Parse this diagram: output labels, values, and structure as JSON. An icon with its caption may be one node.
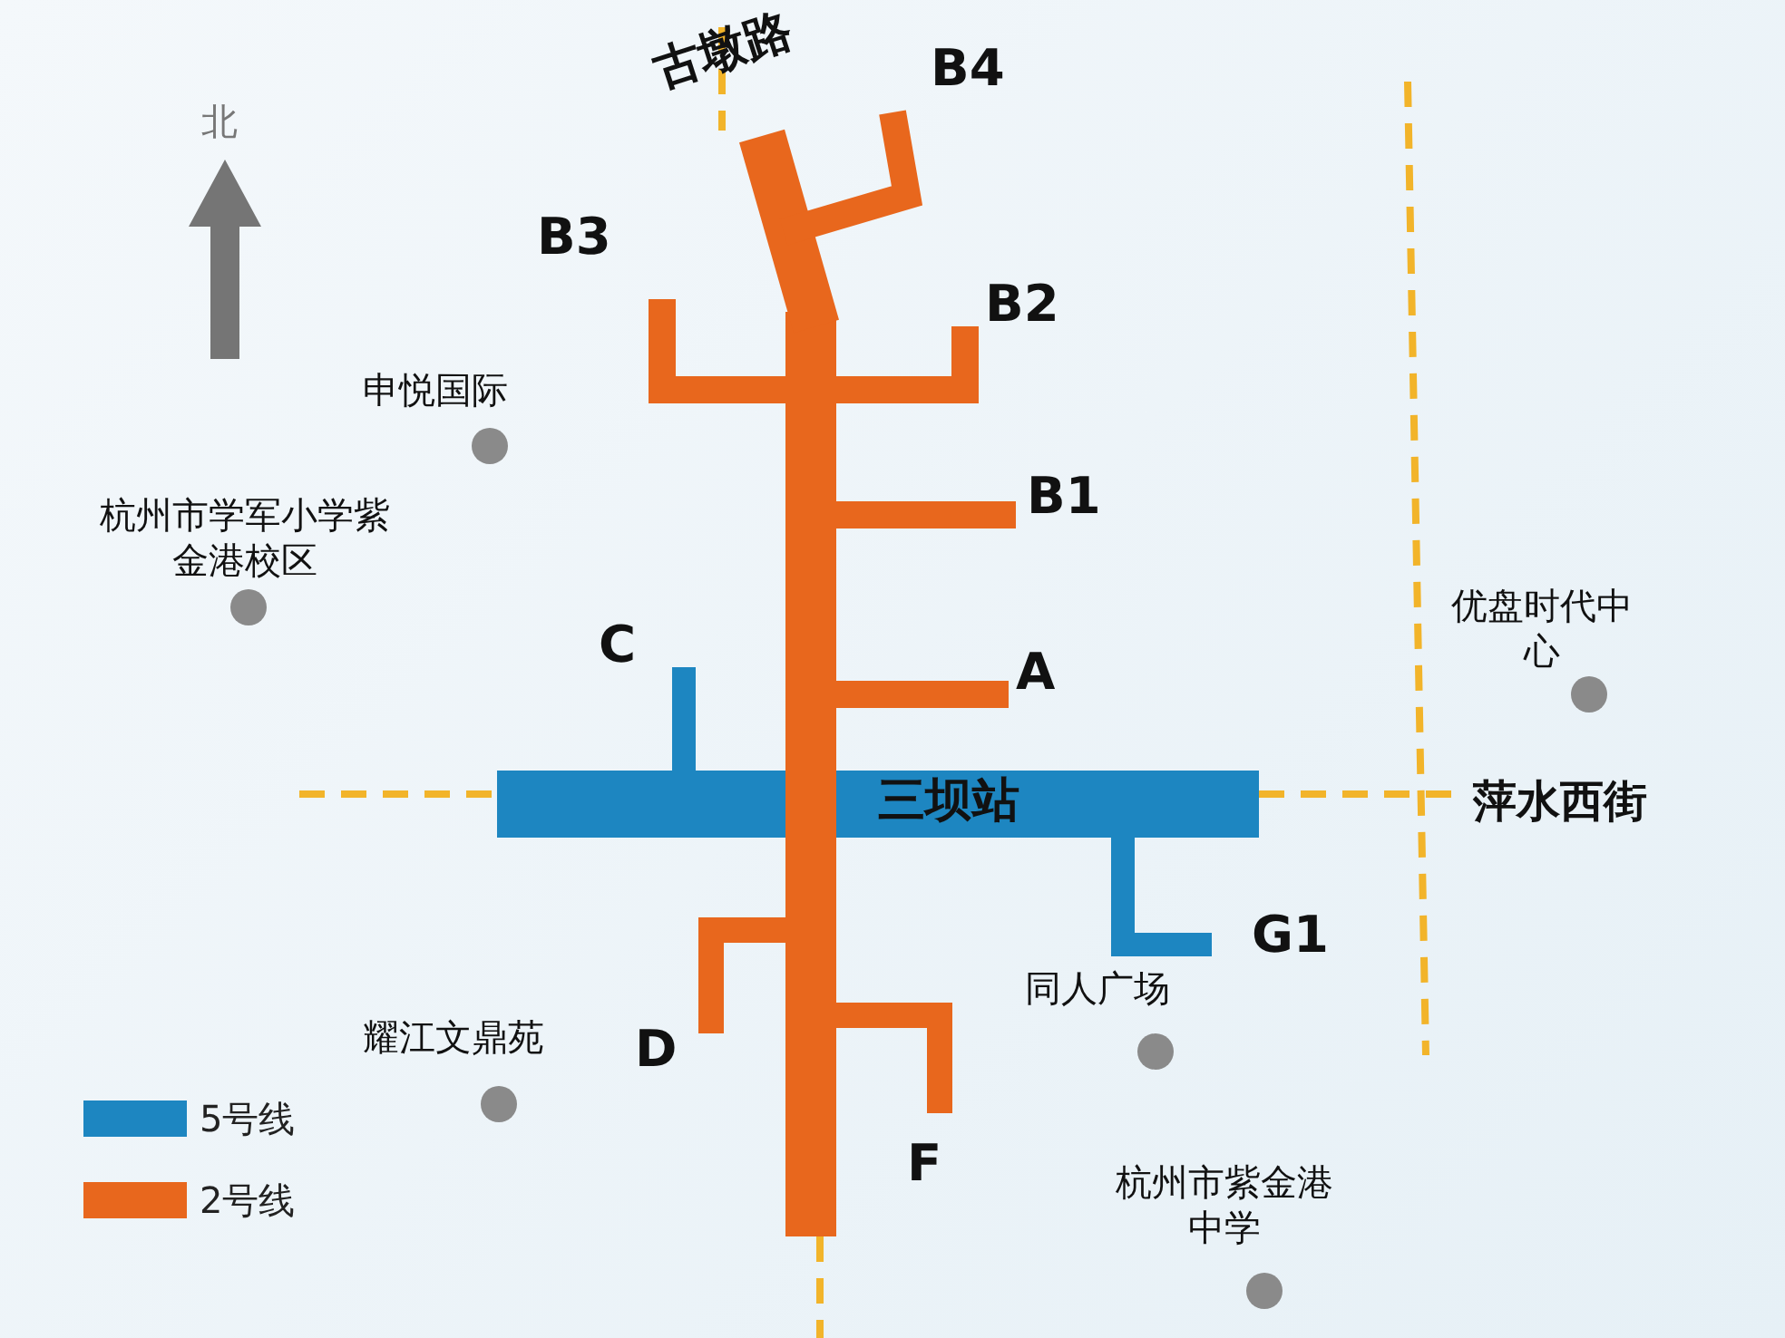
{
  "diagram": {
    "labels": [
      "古墩路",
      "B4",
      "北",
      "B3",
      "B2",
      "申悦国际",
      "B1",
      "杭州市学军小学紫金港校区",
      "C",
      "A",
      "优盘时代中心",
      "三坝站",
      "萍水西街",
      "G1",
      "同人广场",
      "D",
      "耀江文鼎苑",
      "F",
      "杭州市紫金港中学"
    ],
    "legend": [
      {
        "text": "5号线",
        "color": "#1d86c1"
      },
      {
        "text": "2号线",
        "color": "#e8671d"
      }
    ]
  }
}
